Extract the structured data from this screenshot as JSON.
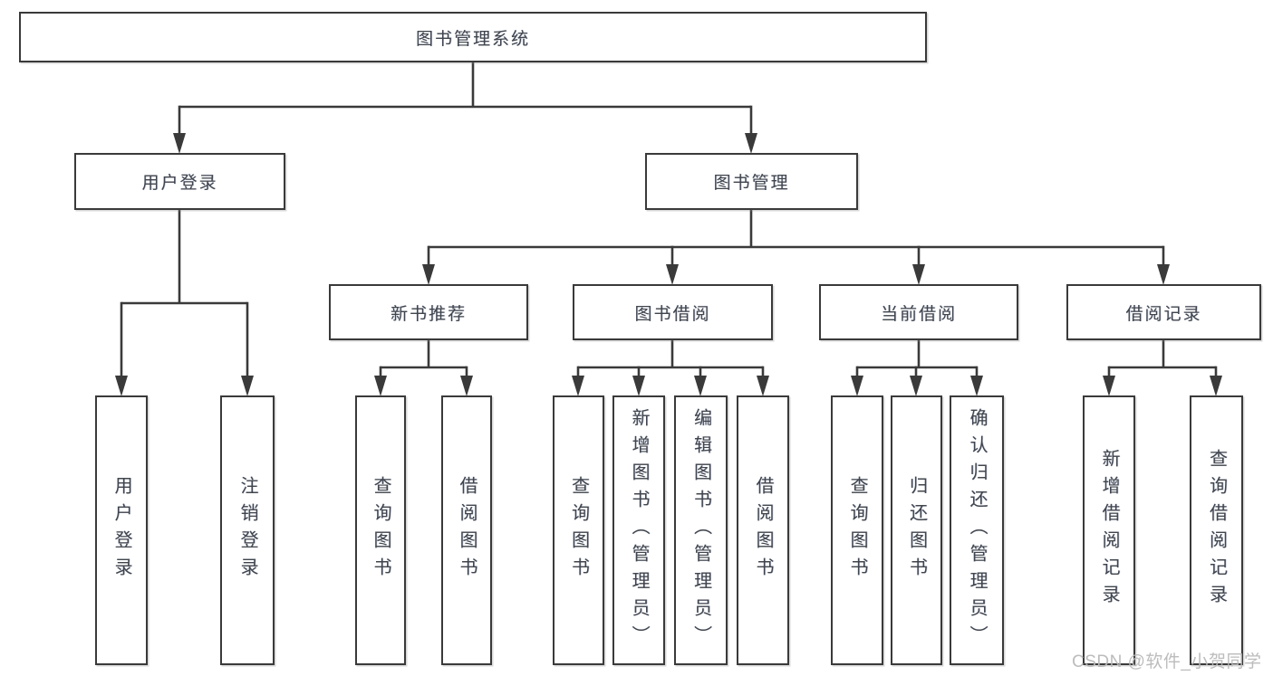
{
  "diagram_title": "图书管理系统",
  "watermark": "CSDN @软件_小贺同学",
  "colors": {
    "line": "#3a3a3a",
    "text": "#41454c",
    "watermark": "#b9b9b9",
    "background": "#ffffff"
  },
  "nodes": {
    "root": "图书管理系统",
    "user_login": "用户登录",
    "book_mgmt": "图书管理",
    "new_book_rec": "新书推荐",
    "book_borrow": "图书借阅",
    "current_borrow": "当前借阅",
    "borrow_record": "借阅记录",
    "ul_login": "用户登录",
    "ul_logout": "注销登录",
    "nb_query": "查询图书",
    "nb_borrow": "借阅图书",
    "bb_query": "查询图书",
    "bb_add": "新增图书（管理员）",
    "bb_edit": "编辑图书（管理员）",
    "bb_borrow": "借阅图书",
    "cb_query": "查询图书",
    "cb_return": "归还图书",
    "cb_confirm": "确认归还（管理员）",
    "br_add": "新增借阅记录",
    "br_query": "查询借阅记录"
  }
}
